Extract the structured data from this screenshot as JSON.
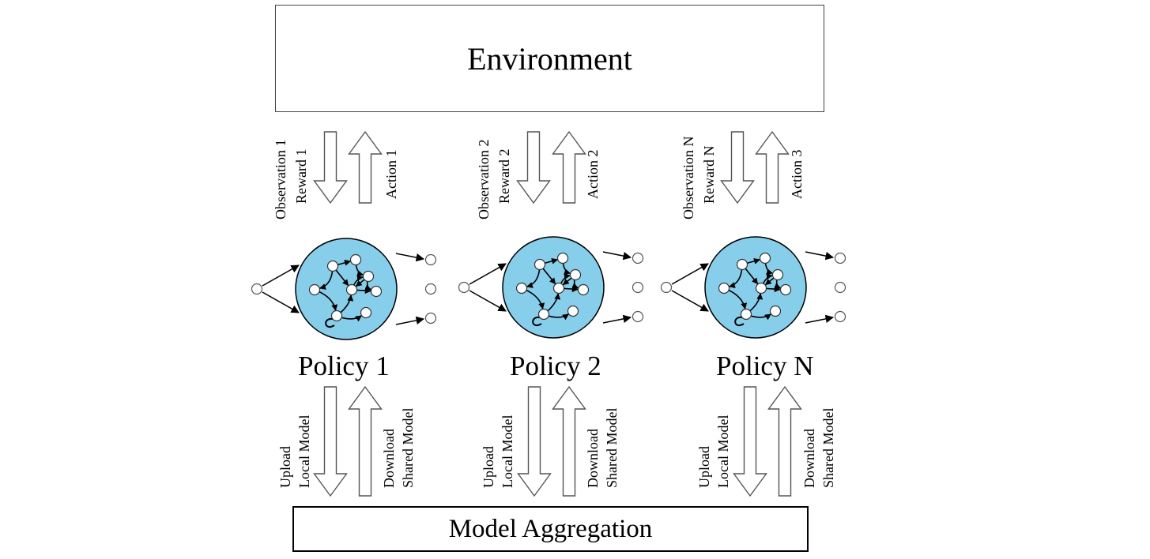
{
  "environment": {
    "label": "Environment"
  },
  "aggregation": {
    "label": "Model Aggregation"
  },
  "agents": [
    {
      "policy": "Policy 1",
      "observation": "Observation 1",
      "reward": "Reward 1",
      "action": "Action 1",
      "upload": [
        "Upload",
        "Local Model"
      ],
      "download": [
        "Download",
        "Shared Model"
      ]
    },
    {
      "policy": "Policy 2",
      "observation": "Observation 2",
      "reward": "Reward 2",
      "action": "Action 2",
      "upload": [
        "Upload",
        "Local Model"
      ],
      "download": [
        "Download",
        "Shared Model"
      ]
    },
    {
      "policy": "Policy N",
      "observation": "Observation N",
      "reward": "Reward N",
      "action": "Action 3",
      "upload": [
        "Upload",
        "Local Model"
      ],
      "download": [
        "Download",
        "Shared Model"
      ]
    }
  ],
  "colors": {
    "network_fill": "#87ceeb",
    "stroke": "#000000",
    "arrow_stroke": "#555555"
  }
}
